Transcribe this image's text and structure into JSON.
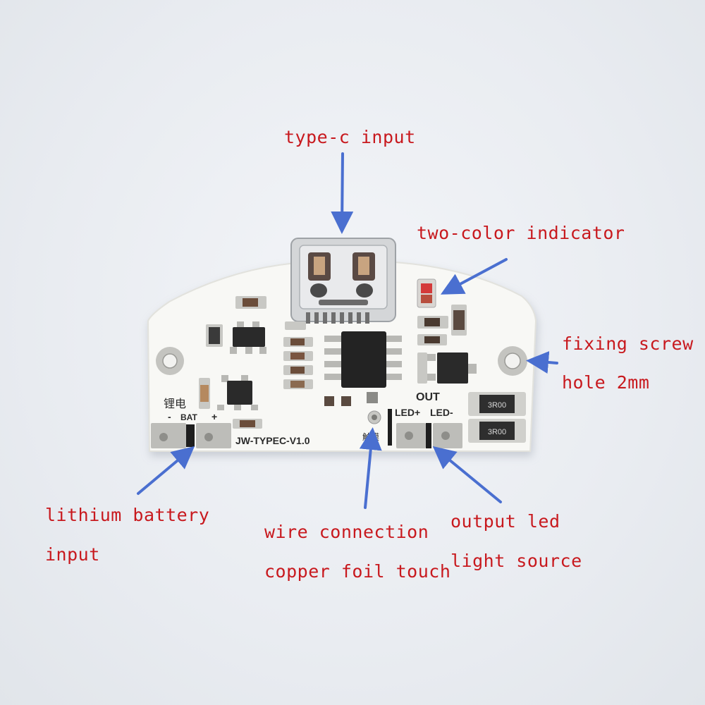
{
  "labels": {
    "typec": "type-c input",
    "indicator": "two-color indicator",
    "screw_line1": "fixing screw",
    "screw_line2": "hole 2mm",
    "battery_line1": "lithium battery",
    "battery_line2": "input",
    "wire_line1": "wire connection",
    "wire_line2": "copper foil touch",
    "output_line1": "output led",
    "output_line2": "light source"
  },
  "silkscreen": {
    "board_name": "JW-TYPEC-V1.0",
    "out": "OUT",
    "led_plus": "LED+",
    "led_minus": "LED-",
    "bat": "BAT",
    "minus": "-",
    "plus": "+",
    "li_battery_cn": "锂电",
    "touch_cn": "触摸",
    "resistor_code_1": "3R00",
    "resistor_code_2": "3R00"
  },
  "colors": {
    "label_text": "#c8191e",
    "arrow": "#4a6fd0",
    "board": "#f7f7f4",
    "pad": "#b9b9b5"
  }
}
